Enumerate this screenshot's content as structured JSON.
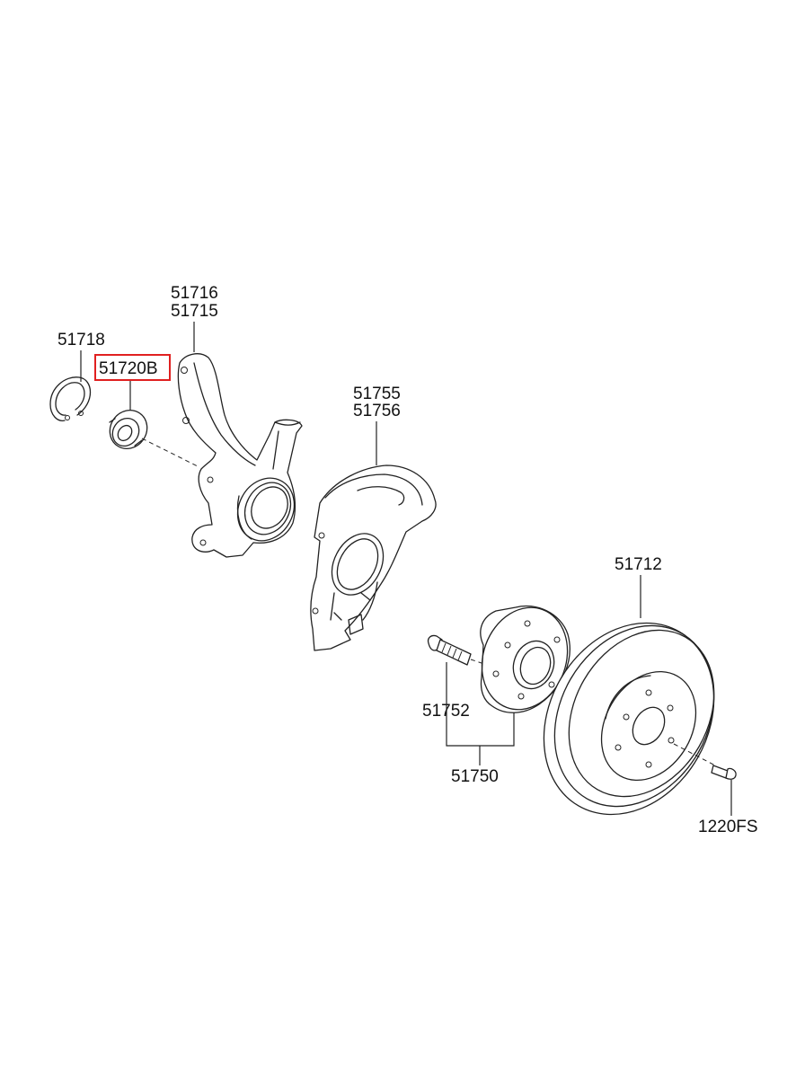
{
  "labels": {
    "p51716": "51716",
    "p51715": "51715",
    "p51718": "51718",
    "p51720b": "51720B",
    "p51755": "51755",
    "p51756": "51756",
    "p51712": "51712",
    "p51752": "51752",
    "p51750": "51750",
    "p1220fs": "1220FS"
  },
  "highlight": {
    "part": "51720B",
    "color": "#e02020"
  }
}
